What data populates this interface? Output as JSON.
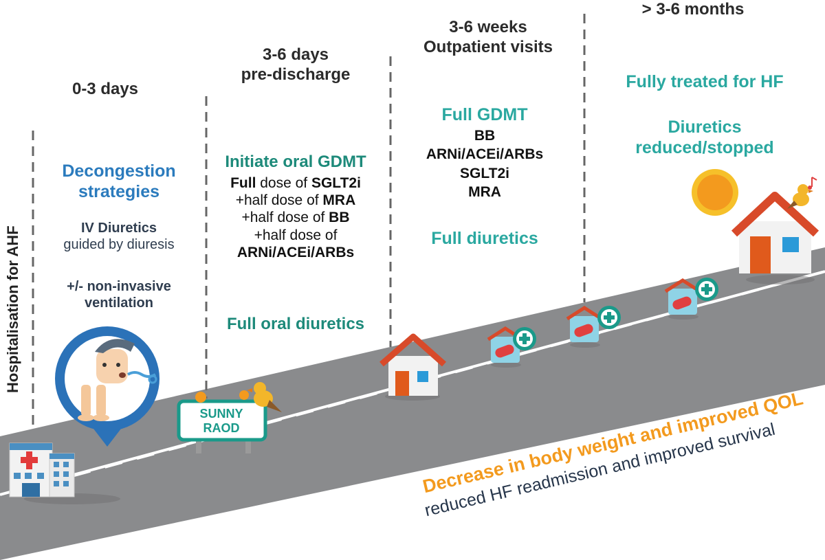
{
  "phases": {
    "p1": {
      "heading": "0-3 days"
    },
    "p2": {
      "heading_l1": "3-6 days",
      "heading_l2": "pre-discharge"
    },
    "p3": {
      "heading_l1": "3-6 weeks",
      "heading_l2": "Outpatient visits"
    },
    "p4": {
      "heading": "> 3-6 months"
    }
  },
  "vertical_label": "Hospitalisation for AHF",
  "phase1": {
    "title_l1": "Decongestion",
    "title_l2": "strategies",
    "iv_bold": "IV Diuretics",
    "iv_rest": "guided by diuresis",
    "vent_l1": "+/- non-invasive",
    "vent_l2": "ventilation"
  },
  "phase2": {
    "title": "Initiate oral GDMT",
    "l1_a": "Full",
    "l1_b": " dose of ",
    "l1_c": "SGLT2i",
    "l2_a": "+half dose of ",
    "l2_b": "MRA",
    "l3_a": "+half dose of ",
    "l3_b": "BB",
    "l4": "+half dose of",
    "l5": "ARNi/ACEi/ARBs",
    "diuretics": "Full oral diuretics"
  },
  "phase3": {
    "title": "Full GDMT",
    "items": [
      "BB",
      "ARNi/ACEi/ARBs",
      "SGLT2i",
      "MRA"
    ],
    "diuretics": "Full diuretics"
  },
  "phase4": {
    "treated": "Fully treated for HF",
    "diuretics_l1": "Diuretics",
    "diuretics_l2": "reduced/stopped"
  },
  "sign": {
    "l1": "SUNNY",
    "l2": "RAOD"
  },
  "outcome": {
    "line1": "Decrease in body weight and improved QOL",
    "line2": "reduced HF readmission and improved survival"
  },
  "icons": {
    "hospital": "hospital-icon",
    "patient": "patient-breathless-icon",
    "sign": "road-sign-icon",
    "bird": "bird-icon",
    "house": "house-icon",
    "pharmacy": "pharmacy-pill-icon",
    "sun": "sun-icon",
    "music": "music-note-icon"
  },
  "colors": {
    "road": "#888a8c",
    "blue": "#2b7bbd",
    "teal": "#2aa8a0",
    "orange": "#f39a1e",
    "dark": "#26354a"
  }
}
